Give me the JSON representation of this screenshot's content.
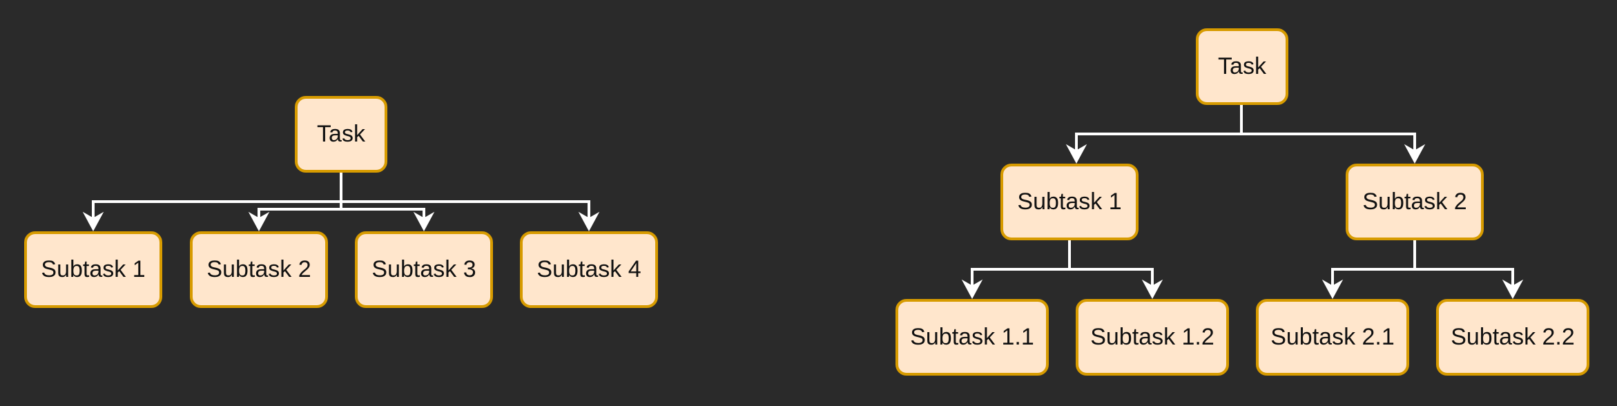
{
  "colors": {
    "background": "#2a2a2a",
    "node_fill": "#ffe6cc",
    "node_border": "#d79b00",
    "edge": "#ffffff",
    "text": "#111111"
  },
  "left_tree": {
    "root": {
      "label": "Task"
    },
    "children": [
      {
        "label": "Subtask 1"
      },
      {
        "label": "Subtask 2"
      },
      {
        "label": "Subtask 3"
      },
      {
        "label": "Subtask 4"
      }
    ]
  },
  "right_tree": {
    "root": {
      "label": "Task"
    },
    "children": [
      {
        "label": "Subtask 1",
        "children": [
          {
            "label": "Subtask 1.1"
          },
          {
            "label": "Subtask 1.2"
          }
        ]
      },
      {
        "label": "Subtask 2",
        "children": [
          {
            "label": "Subtask 2.1"
          },
          {
            "label": "Subtask 2.2"
          }
        ]
      }
    ]
  }
}
